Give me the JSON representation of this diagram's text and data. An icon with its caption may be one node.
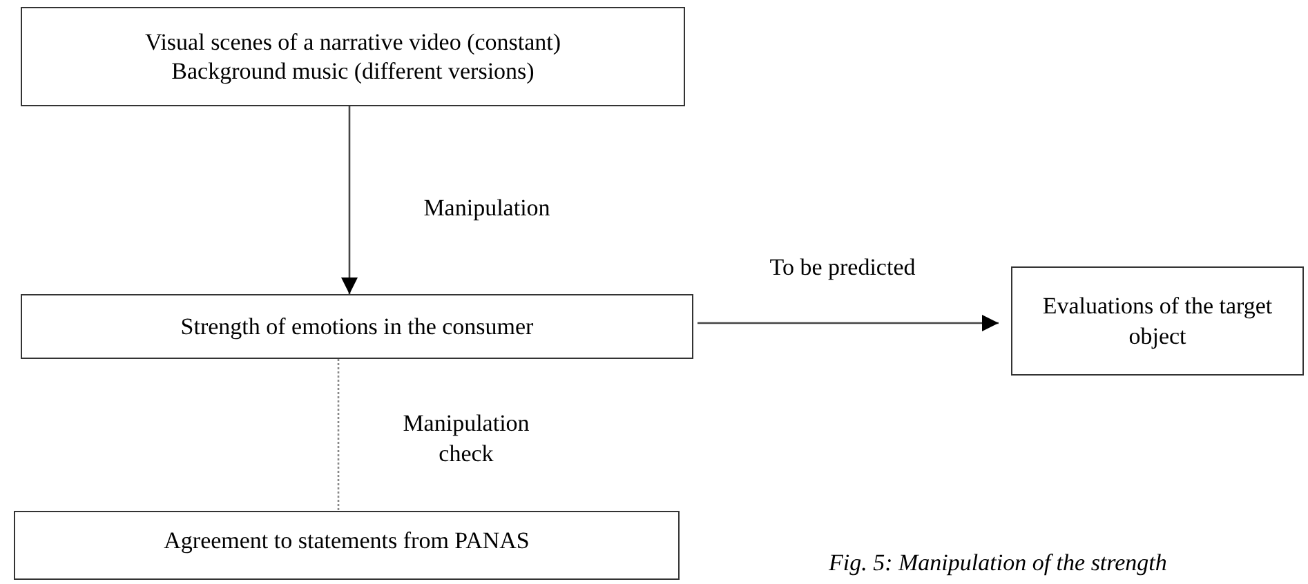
{
  "diagram": {
    "caption": "Fig. 5: Manipulation of the strength",
    "nodes": [
      {
        "text": [
          "Visual scenes of a narrative video (constant)",
          "Background music (different versions)"
        ]
      },
      {
        "text": [
          "Strength of emotions in the consumer"
        ]
      },
      {
        "text": [
          "Evaluations of the target object"
        ]
      },
      {
        "text": [
          "Agreement to statements from PANAS"
        ]
      }
    ],
    "edges": [
      {
        "from": 0,
        "to": 1,
        "arrow": "to",
        "label": "Manipulation"
      },
      {
        "from": 1,
        "to": 2,
        "arrow": "to",
        "label": "To be predicted"
      },
      {
        "from": 1,
        "to": 3,
        "arrow": "none",
        "label": "Manipulation check",
        "style": "dashed"
      }
    ]
  }
}
